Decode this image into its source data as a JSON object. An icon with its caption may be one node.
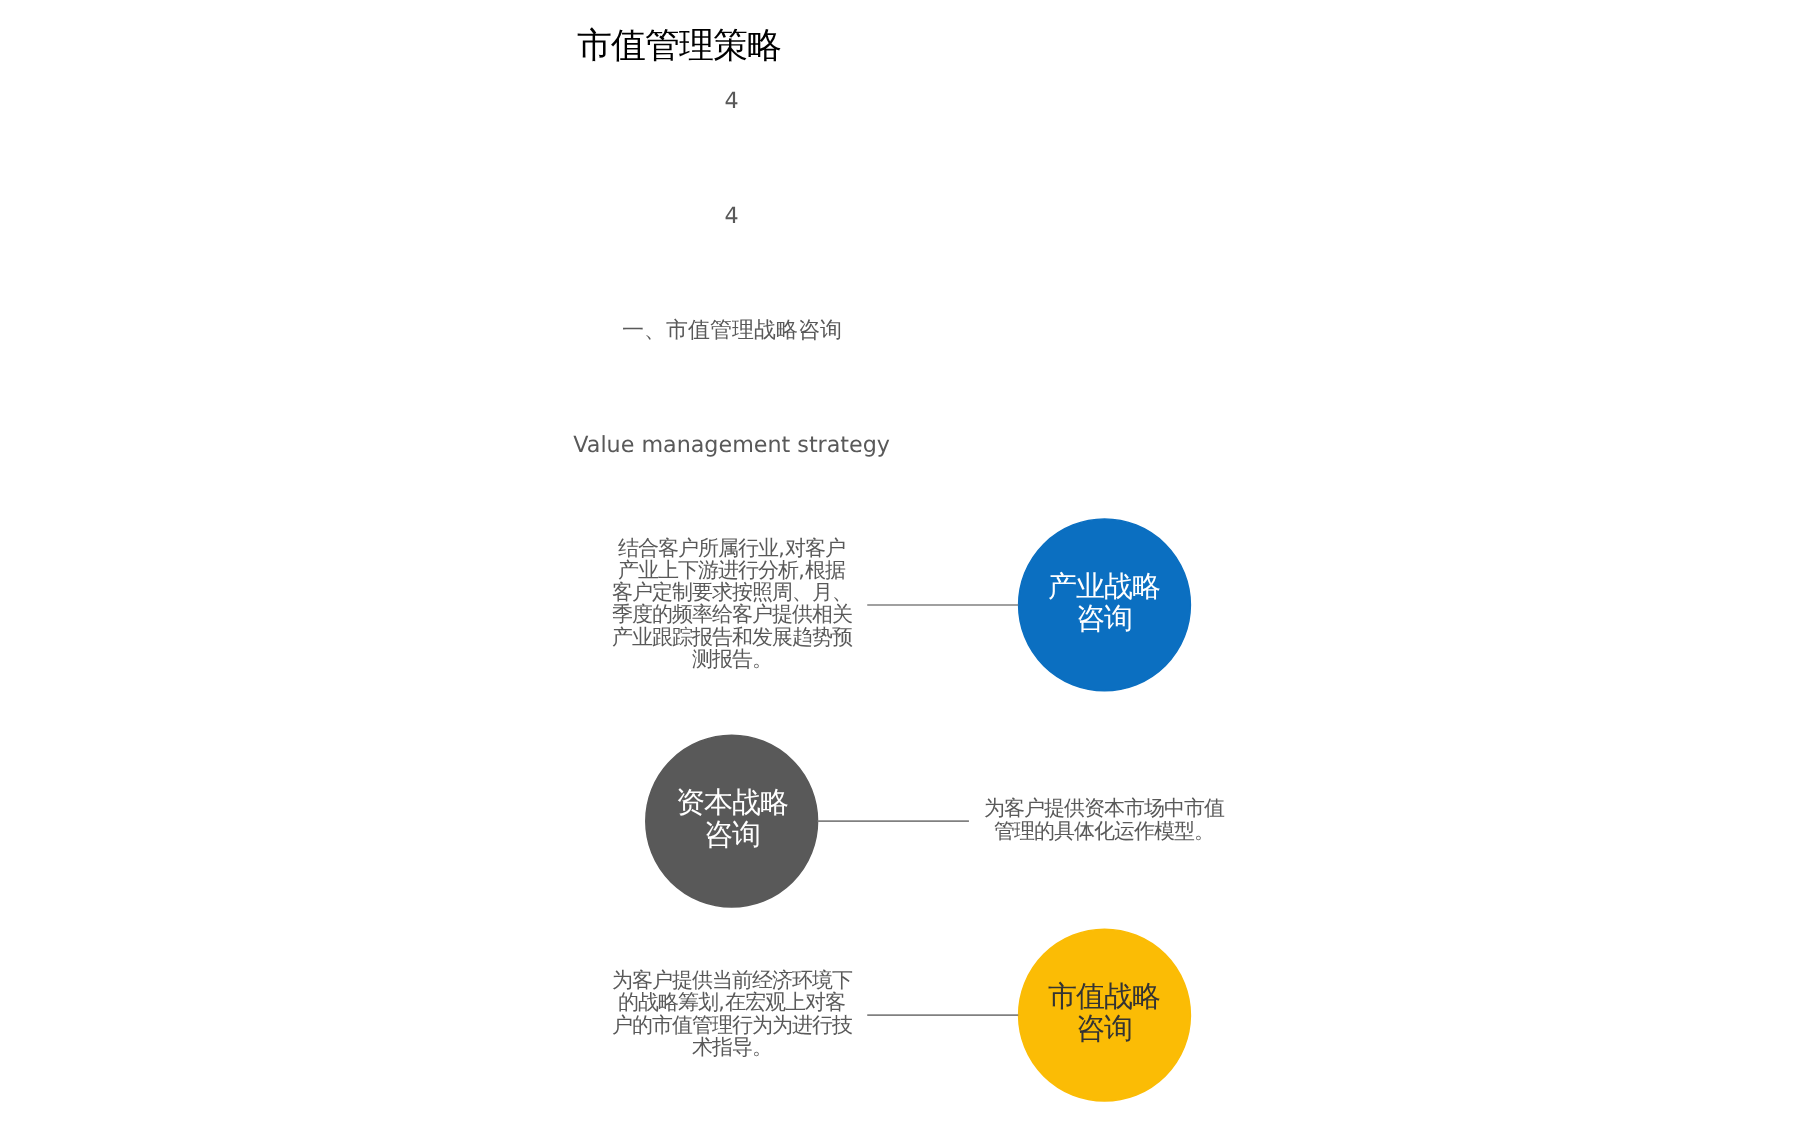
{
  "diagram": {
    "title": "市值管理策略",
    "nodes": [
      {
        "text": [
          "市值战略咨询"
        ]
      },
      {
        "text": [
          "为客户提供当前经济环境下的战略筹划,在宏观上对客户的市值管理行为为进行技术指导。"
        ]
      },
      {
        "text": [
          "资本战略咨询"
        ]
      },
      {
        "text": [
          "产业战略咨询"
        ]
      },
      {
        "text": [
          "结合客户所属行业,对客户产业上下游进行分析,根据客户定制要求按照周、月、季度的频率给客户提供相关产业跟踪报告和发展趋势预测报告。"
        ]
      },
      {
        "text": [
          "为客户提供资本市场中市值管理的具体化运作模型。"
        ]
      }
    ],
    "edges": [
      {
        "from": 1,
        "to": 0,
        "arrow": "none"
      },
      {
        "from": 4,
        "to": 3,
        "arrow": "none"
      },
      {
        "from": 2,
        "to": 5,
        "arrow": "none"
      }
    ],
    "labels": [
      "Value management strategy",
      "一、市值管理战略咨询",
      "4",
      "4"
    ]
  }
}
